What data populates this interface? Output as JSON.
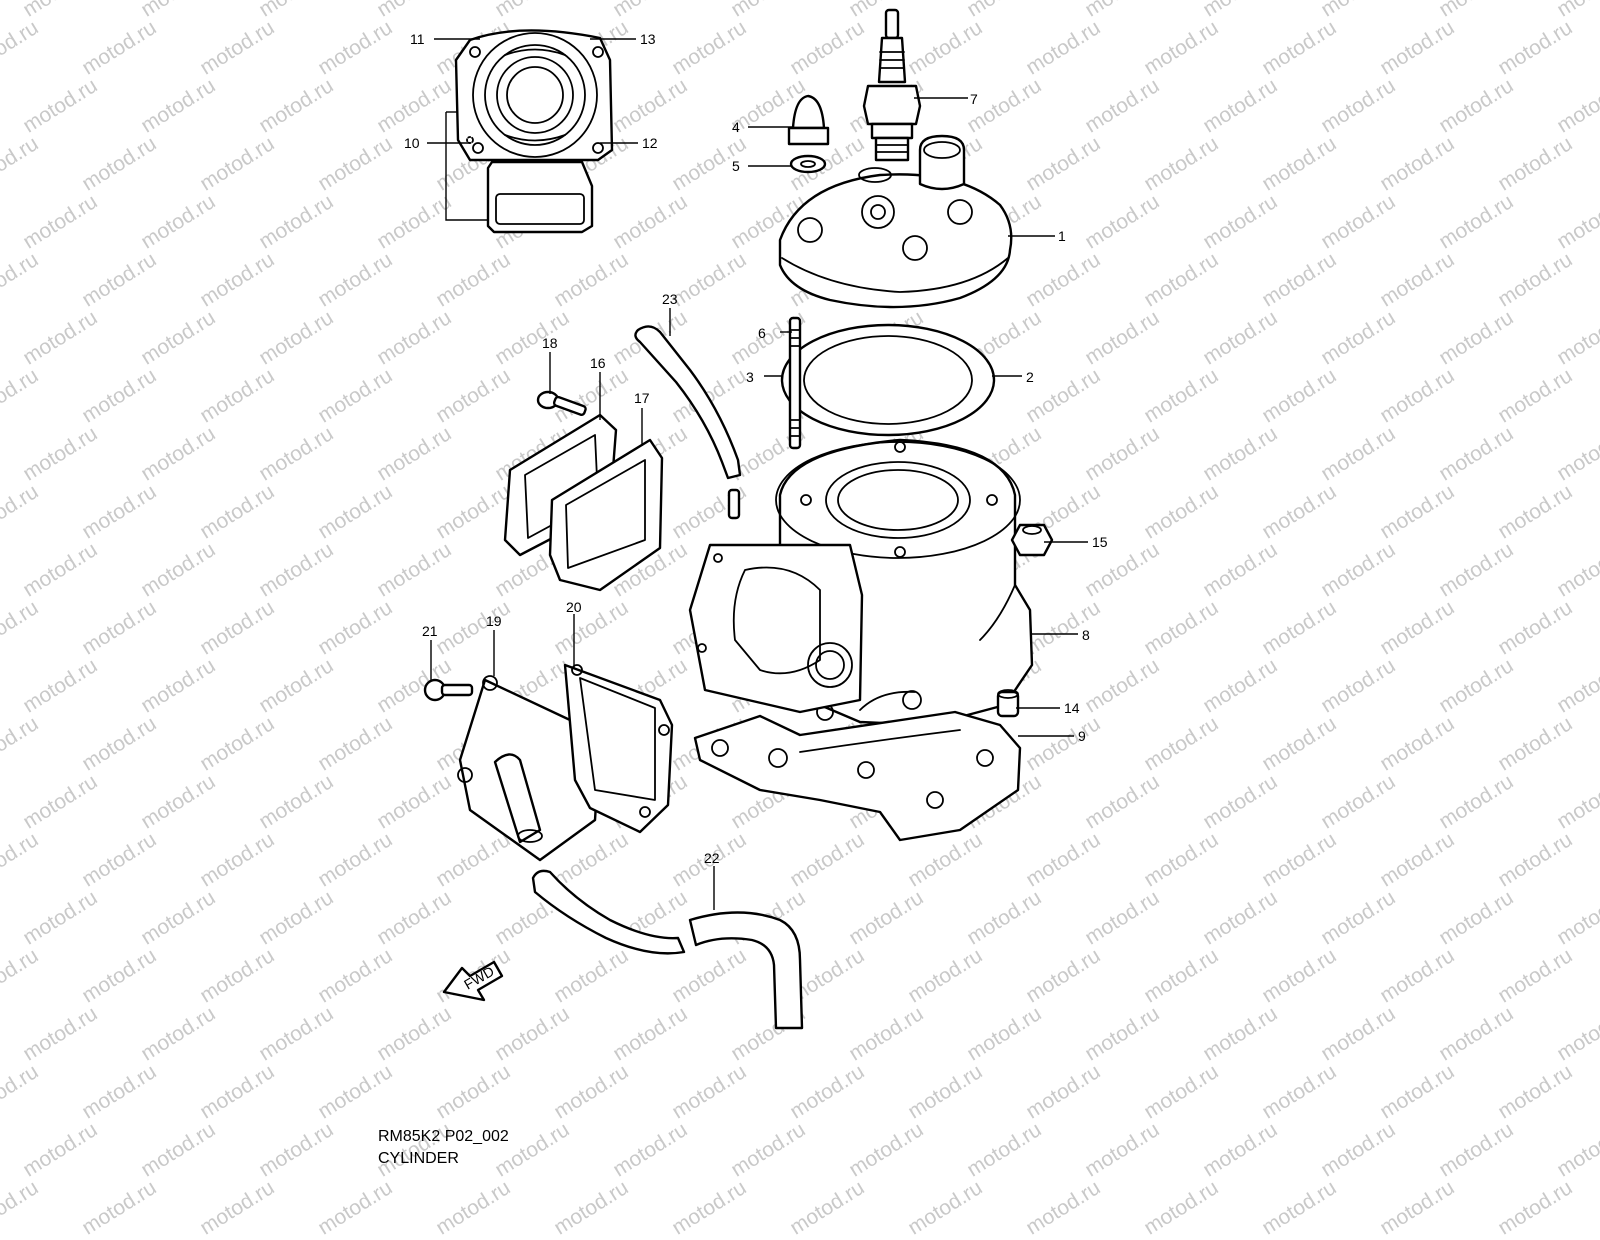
{
  "watermark": {
    "text": "motod.ru"
  },
  "diagram": {
    "code": "RM85K2 P02_002",
    "title": "CYLINDER",
    "fwd_label": "FWD",
    "callouts": [
      {
        "id": "callout-1",
        "label": "1"
      },
      {
        "id": "callout-2",
        "label": "2"
      },
      {
        "id": "callout-3",
        "label": "3"
      },
      {
        "id": "callout-4",
        "label": "4"
      },
      {
        "id": "callout-5",
        "label": "5"
      },
      {
        "id": "callout-6",
        "label": "6"
      },
      {
        "id": "callout-7",
        "label": "7"
      },
      {
        "id": "callout-8",
        "label": "8"
      },
      {
        "id": "callout-9",
        "label": "9"
      },
      {
        "id": "callout-10",
        "label": "10"
      },
      {
        "id": "callout-11",
        "label": "11"
      },
      {
        "id": "callout-12",
        "label": "12"
      },
      {
        "id": "callout-13",
        "label": "13"
      },
      {
        "id": "callout-14",
        "label": "14"
      },
      {
        "id": "callout-15",
        "label": "15"
      },
      {
        "id": "callout-16",
        "label": "16"
      },
      {
        "id": "callout-17",
        "label": "17"
      },
      {
        "id": "callout-18",
        "label": "18"
      },
      {
        "id": "callout-19",
        "label": "19"
      },
      {
        "id": "callout-20",
        "label": "20"
      },
      {
        "id": "callout-21",
        "label": "21"
      },
      {
        "id": "callout-22",
        "label": "22"
      },
      {
        "id": "callout-23",
        "label": "23"
      }
    ]
  }
}
